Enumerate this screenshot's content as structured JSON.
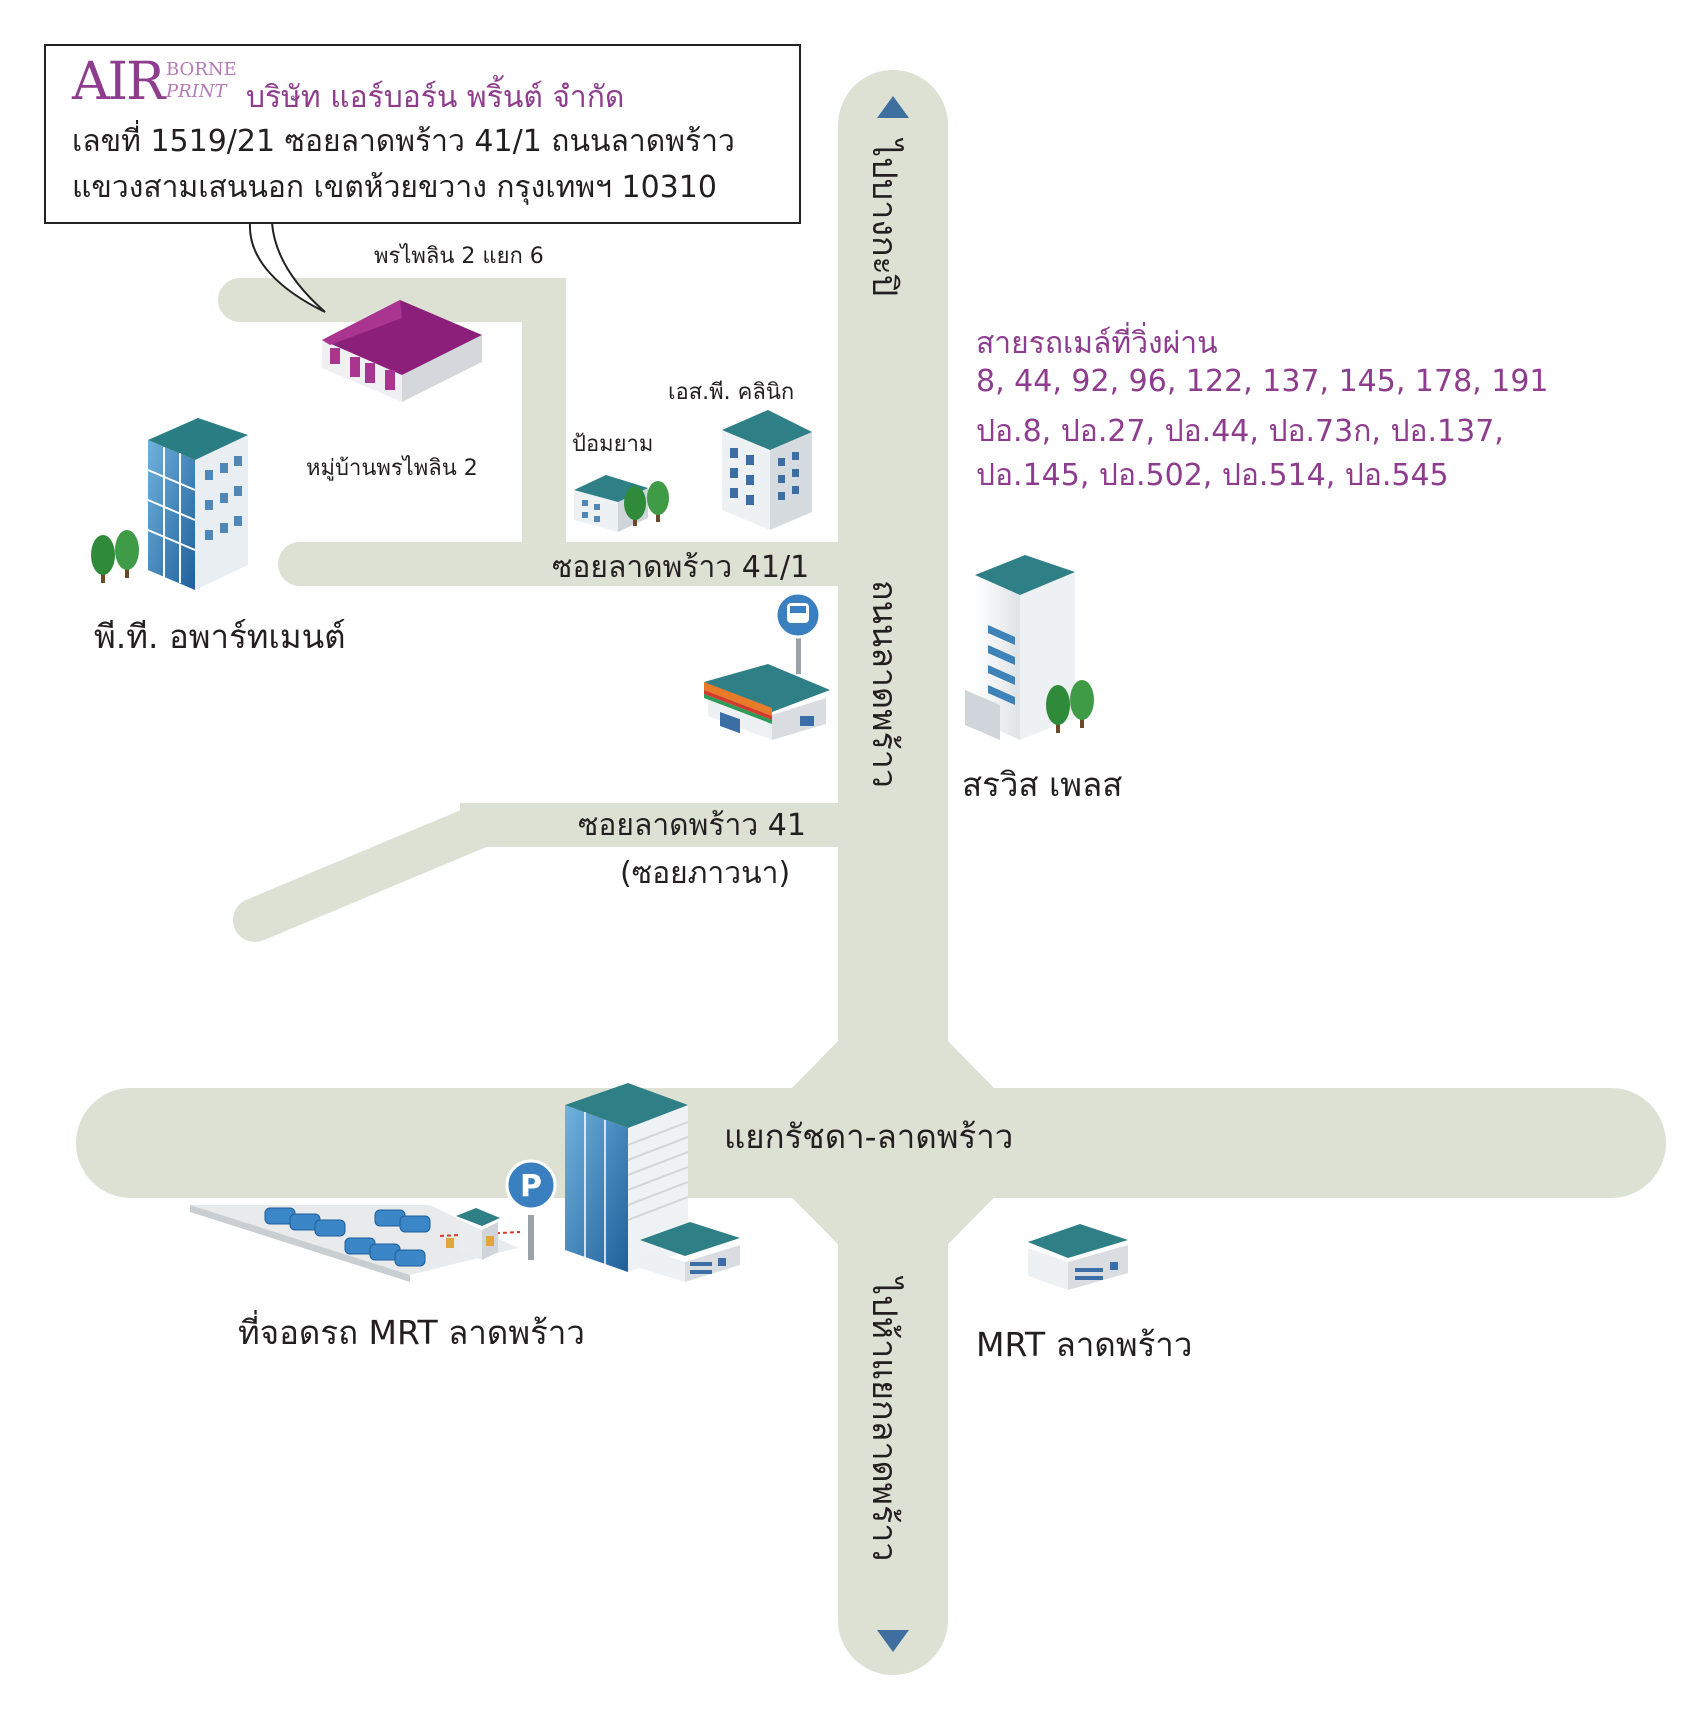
{
  "company": {
    "logo_main": "AIR",
    "logo_top": "BORNE",
    "logo_bottom": "PRINT",
    "name": "บริษัท แอร์บอร์น พริ้นต์ จำกัด",
    "address_line1": "เลขที่ 1519/21 ซอยลาดพร้าว 41/1 ถนนลาดพร้าว",
    "address_line2": "แขวงสามเสนนอก เขตห้วยขวาง กรุงเทพฯ 10310"
  },
  "roads": {
    "main_road": "ถนนลาดพร้าว",
    "to_bangkapi": "ไปบางกะปิ",
    "to_haayaek": "ไปห้าแยกลาดพร้าว",
    "soi_41_1": "ซอยลาดพร้าว 41/1",
    "soi_41": "ซอยลาดพร้าว 41",
    "soi_41_alias": "(ซอยภาวนา)",
    "phraiphilin_6": "พรไพลิน 2 แยก 6",
    "intersection": "แยกรัชดา-ลาดพร้าว"
  },
  "places": {
    "village": "หมู่บ้านพรไพลิน 2",
    "clinic": "เอส.พี. คลินิก",
    "pharmacy": "ป้อมยาม",
    "apartment": "พี.ที. อพาร์ทเมนต์",
    "sornvis": "สรวิส เพลส",
    "mrt_parking": "ที่จอดรถ MRT ลาดพร้าว",
    "mrt_station": "MRT ลาดพร้าว"
  },
  "bus": {
    "title": "สายรถเมล์ที่วิ่งผ่าน",
    "line1": "8, 44, 92, 96, 122, 137, 145, 178, 191",
    "line2": "ปอ.8, ปอ.27, ปอ.44, ปอ.73ก, ปอ.137,",
    "line3": "ปอ.145, ปอ.502, ปอ.514, ปอ.545"
  },
  "colors": {
    "road": "#dde1d4",
    "accent": "#8e3c8e",
    "building_teal": "#2e7f86",
    "building_blue": "#3d82b8",
    "arrow": "#3e6f9e"
  },
  "icons": {
    "parking": "P",
    "bus_stop": "bus-icon"
  }
}
